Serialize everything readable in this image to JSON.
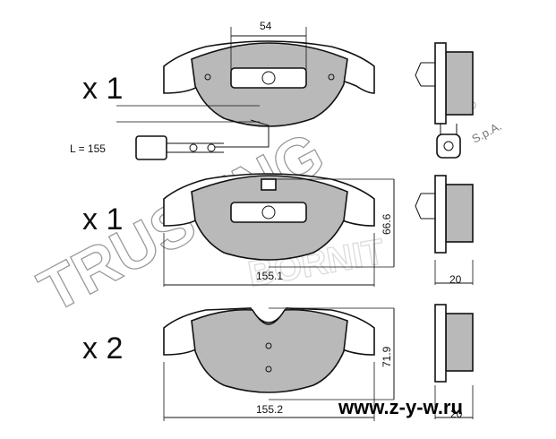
{
  "drawing": {
    "quantities": [
      "x 1",
      "x 1",
      "x 2"
    ],
    "sensor_length_label": "L = 155",
    "dimensions": {
      "top_width": "54",
      "pad2_height": "66.6",
      "pad2_width": "155.1",
      "side_thickness_top": "20",
      "pad3_height": "71.9",
      "pad3_width": "155.2",
      "side_thickness_bottom": "20"
    },
    "watermark": {
      "brand": "TRUSTING",
      "sub": "S.p.A.",
      "registered": "®",
      "faint": "BORNIT"
    },
    "website": "www.z-y-w.ru"
  }
}
